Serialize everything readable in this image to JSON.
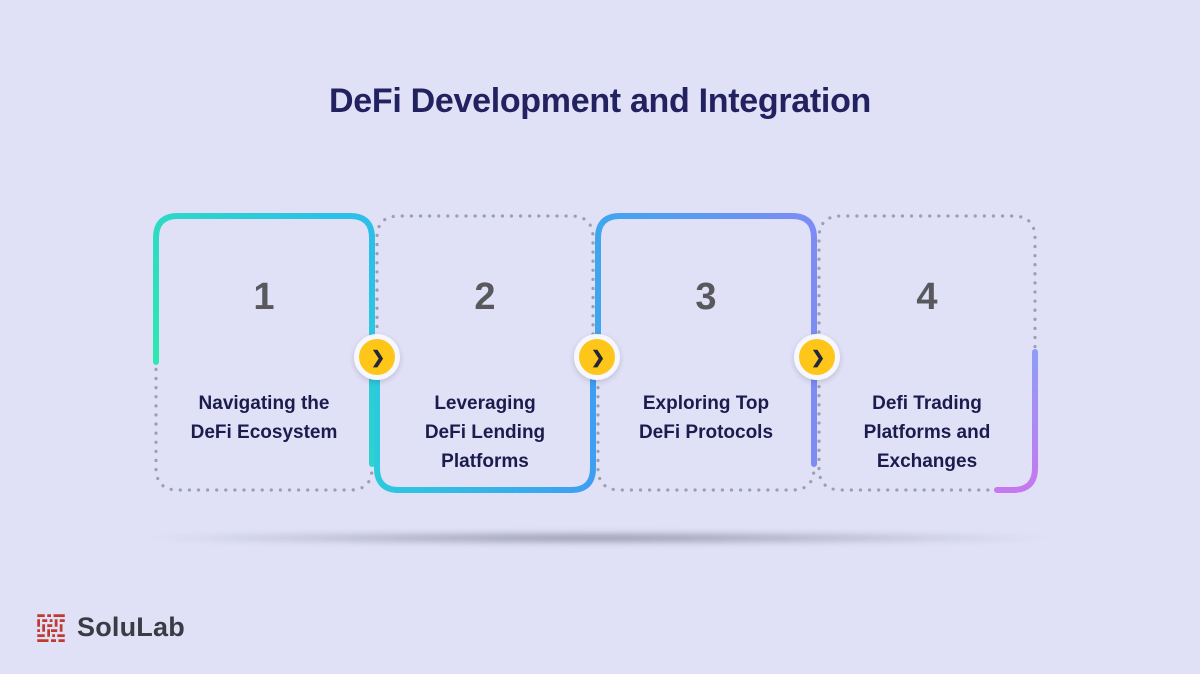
{
  "title": "DeFi Development and Integration",
  "steps": [
    {
      "number": "1",
      "label": "Navigating the DeFi Ecosystem"
    },
    {
      "number": "2",
      "label": "Leveraging DeFi Lending Platforms"
    },
    {
      "number": "3",
      "label": "Exploring Top DeFi Protocols"
    },
    {
      "number": "4",
      "label": "Defi Trading Platforms and Exchanges"
    }
  ],
  "arrow_icon": "❯",
  "logo": {
    "text": "SoluLab"
  },
  "colors": {
    "background": "#e0e1f7",
    "title_text": "#232261",
    "step_number": "#59595d",
    "step_label": "#1c1b4e",
    "dotted_border": "#9aa0ad",
    "arrow_background": "#ffc61a",
    "arrow_ring": "#f7f8ff",
    "arrow_chevron": "#212738",
    "logo_mark": "#c13a30",
    "card_gradient_1": [
      "#2ef0a6",
      "#2cc0e8"
    ],
    "card_gradient_2": [
      "#2ccadd",
      "#3e9ef2"
    ],
    "card_gradient_3": [
      "#3fa6ee",
      "#7d8cf4"
    ],
    "card_gradient_4": [
      "#8f9df8",
      "#c678ee"
    ]
  }
}
